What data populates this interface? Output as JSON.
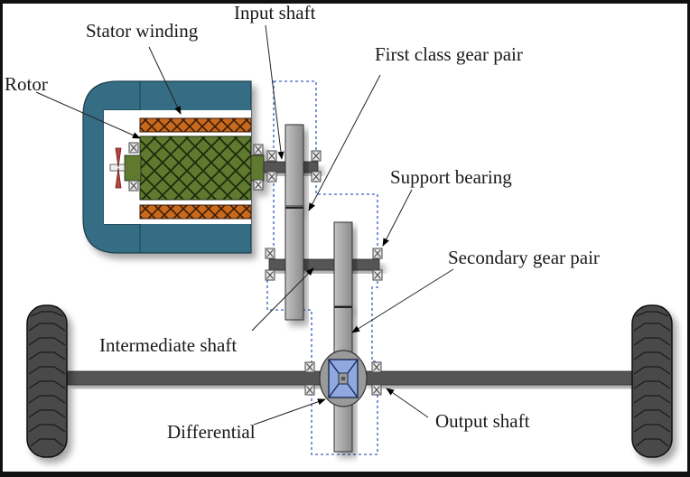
{
  "diagram": {
    "title": "Electric vehicle drivetrain: motor, two-stage gear reducer and differential",
    "labels": {
      "input_shaft": "Input shaft",
      "stator_winding": "Stator winding",
      "rotor": "Rotor",
      "first_class_gear_pair": "First class gear pair",
      "support_bearing": "Support bearing",
      "secondary_gear_pair": "Secondary gear pair",
      "intermediate_shaft": "Intermediate shaft",
      "differential": "Differential",
      "output_shaft": "Output shaft"
    },
    "colors": {
      "motor_housing": "#356e84",
      "stator_winding": "#c8691e",
      "rotor_core": "#5e7a2e",
      "fan": "#b5433a",
      "gear": "#a8a8a8",
      "shaft": "#555555",
      "tire": "#4a4a4a",
      "differential_core": "#8fa8e0",
      "gearbox_outline": "#5a7cc8"
    }
  }
}
